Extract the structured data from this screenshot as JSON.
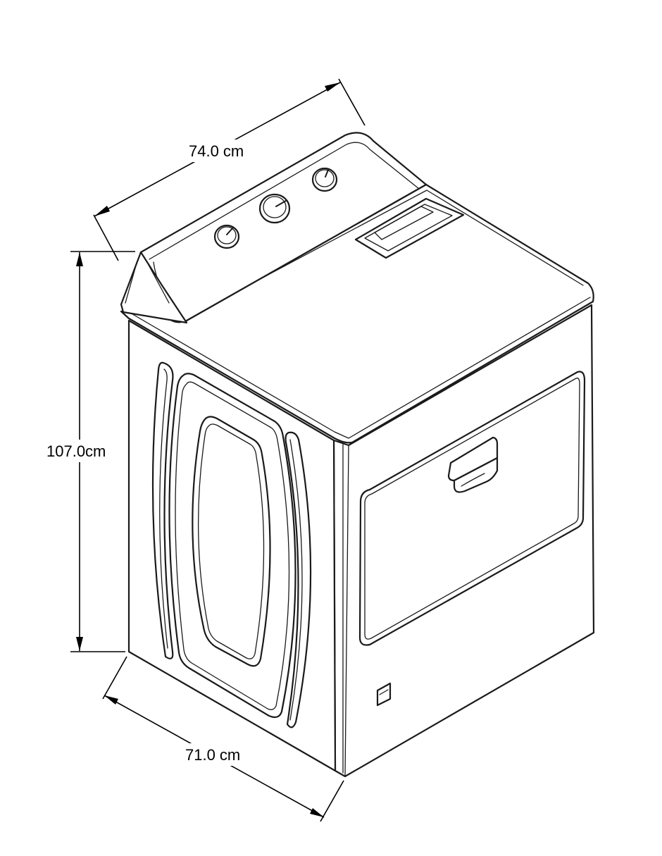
{
  "dimensions": {
    "depth": "74.0 cm",
    "height": "107.0cm",
    "width": "71.0 cm"
  }
}
